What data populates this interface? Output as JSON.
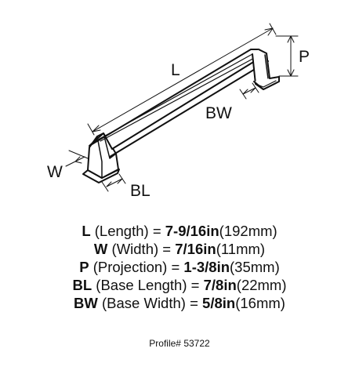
{
  "dimension_letters": {
    "length": "L",
    "projection": "P",
    "base_width": "BW",
    "width": "W",
    "base_length": "BL"
  },
  "specs": [
    {
      "symbol": "L",
      "name": "(Length)",
      "eq": "=",
      "value": "7-9/16in",
      "metric": "(192mm)"
    },
    {
      "symbol": "W",
      "name": "(Width)",
      "eq": "=",
      "value": "7/16in",
      "metric": "(11mm)"
    },
    {
      "symbol": "P",
      "name": "(Projection)",
      "eq": "=",
      "value": "1-3/8in",
      "metric": "(35mm)"
    },
    {
      "symbol": "BL",
      "name": "(Base Length)",
      "eq": "=",
      "value": "7/8in",
      "metric": "(22mm)"
    },
    {
      "symbol": "BW",
      "name": "(Base Width)",
      "eq": "=",
      "value": "5/8in",
      "metric": "(16mm)"
    }
  ],
  "profile": "Profile# 53722",
  "colors": {
    "ink": "#111111",
    "handle_fill": "#ffffff",
    "background": "#ffffff"
  }
}
